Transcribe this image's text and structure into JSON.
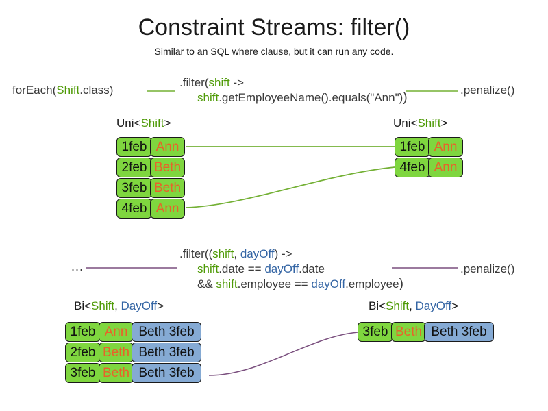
{
  "slide": {
    "title": "Constraint Streams: filter()",
    "subtitle": "Similar to an SQL where clause, but it can run any code."
  },
  "colors": {
    "shift_green": "#7fd63f",
    "dayoff_blue": "#85aad4",
    "name_orange": "#e8622a",
    "token_shift": "#4e9a06",
    "token_dayoff": "#3465a4",
    "connector_green": "#73b034",
    "connector_purple": "#7a4f7e"
  },
  "uni_section": {
    "source_label": {
      "prefix": "forEach(",
      "type": "Shift",
      "suffix": ".class)"
    },
    "filter": {
      "line1_prefix": ".filter(",
      "line1_param": "shift",
      "line1_suffix": " ->",
      "line2_param": "shift",
      "line2_body": ".getEmployeeName().equals(\"Ann\")",
      "line2_close": ")"
    },
    "terminal_label": ".penalize()",
    "left_caption": {
      "prefix": "Uni<",
      "type": "Shift",
      "suffix": ">"
    },
    "right_caption": {
      "prefix": "Uni<",
      "type": "Shift",
      "suffix": ">"
    },
    "left_rows": [
      {
        "date": "1feb",
        "name": "Ann"
      },
      {
        "date": "2feb",
        "name": "Beth"
      },
      {
        "date": "3feb",
        "name": "Beth"
      },
      {
        "date": "4feb",
        "name": "Ann"
      }
    ],
    "right_rows": [
      {
        "date": "1feb",
        "name": "Ann"
      },
      {
        "date": "4feb",
        "name": "Ann"
      }
    ]
  },
  "bi_section": {
    "source_label": "...",
    "filter": {
      "line1_prefix": ".filter((",
      "line1_param1": "shift",
      "line1_comma": ", ",
      "line1_param2": "dayOff",
      "line1_suffix": ") ->",
      "line2_param1": "shift",
      "line2_mid": ".date == ",
      "line2_param2": "dayOff",
      "line2_end": ".date",
      "line3_prefix": "&& ",
      "line3_param1": "shift",
      "line3_mid": ".employee == ",
      "line3_param2": "dayOff",
      "line3_end": ".employee",
      "line3_close": ")"
    },
    "terminal_label": ".penalize()",
    "left_caption": {
      "prefix": "Bi<",
      "type1": "Shift",
      "comma": ", ",
      "type2": "DayOff",
      "suffix": ">"
    },
    "right_caption": {
      "prefix": "Bi<",
      "type1": "Shift",
      "comma": ", ",
      "type2": "DayOff",
      "suffix": ">"
    },
    "left_rows": [
      {
        "date": "1feb",
        "name": "Ann",
        "dayoff": "Beth 3feb"
      },
      {
        "date": "2feb",
        "name": "Beth",
        "dayoff": "Beth 3feb"
      },
      {
        "date": "3feb",
        "name": "Beth",
        "dayoff": "Beth 3feb"
      }
    ],
    "right_rows": [
      {
        "date": "3feb",
        "name": "Beth",
        "dayoff": "Beth 3feb"
      }
    ]
  }
}
